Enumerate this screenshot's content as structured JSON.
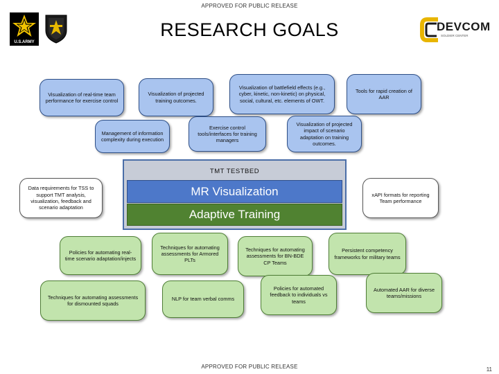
{
  "header": {
    "top_banner": "APPROVED FOR PUBLIC RELEASE",
    "title": "RESEARCH GOALS",
    "army_logo_text": "U.S.ARMY",
    "devcom_logo_text": "DEVCOM",
    "devcom_subtext": "SOLDIER CENTER"
  },
  "testbed": {
    "label": "TMT TESTBED",
    "mr_visualization": "MR Visualization",
    "adaptive_training": "Adaptive Training"
  },
  "visualization_goals": {
    "realtime_team": "Visualization of real-time team performance for exercise control",
    "projected_training": "Visualization of projected training outcomes.",
    "battlefield_effects": "Visualization of battlefield effects (e.g., cyber, kinetic, non-kinetic) on physical, social, cultural, etc. elements of OWT.",
    "rapid_aar": "Tools for rapid creation of AAR",
    "info_complexity": "Management of information complexity during execution",
    "exercise_control_tools": "Exercise control tools/interfaces for training managers",
    "projected_impact": "Visualization of projected impact of scenario adaptation on training outcomes."
  },
  "side_goals": {
    "data_requirements": "Data requirements for TSS to support TMT analysis, visualization, feedback and scenario adaptation",
    "xapi_formats": "xAPI formats for reporting Team performance"
  },
  "adaptive_goals": {
    "policies_realtime": "Policies for automating real-time scenario adaptation/injects",
    "techniques_armored": "Techniques for automating assessments for Armored PLTs",
    "techniques_bn_bde": "Techniques for automating assessments for BN-BDE CP Teams",
    "persistent_competency": "Persistent competency frameworks for military teams",
    "techniques_dismounted": "Techniques for automating assessments for dismounted squads",
    "nlp_verbal": "NLP for team verbal comms",
    "policies_feedback": "Policies for automated feedback to individuals vs teams",
    "automated_aar": "Automated AAR for diverse teams/missions"
  },
  "footer": {
    "bottom_banner": "APPROVED FOR PUBLIC RELEASE",
    "page_number": "11"
  },
  "colors": {
    "blue_bubble": "#a9c4ef",
    "green_bubble": "#c2e4ad",
    "mr_bar": "#4d78c9",
    "at_bar": "#508231",
    "testbed_bg": "#c7ccd7"
  }
}
